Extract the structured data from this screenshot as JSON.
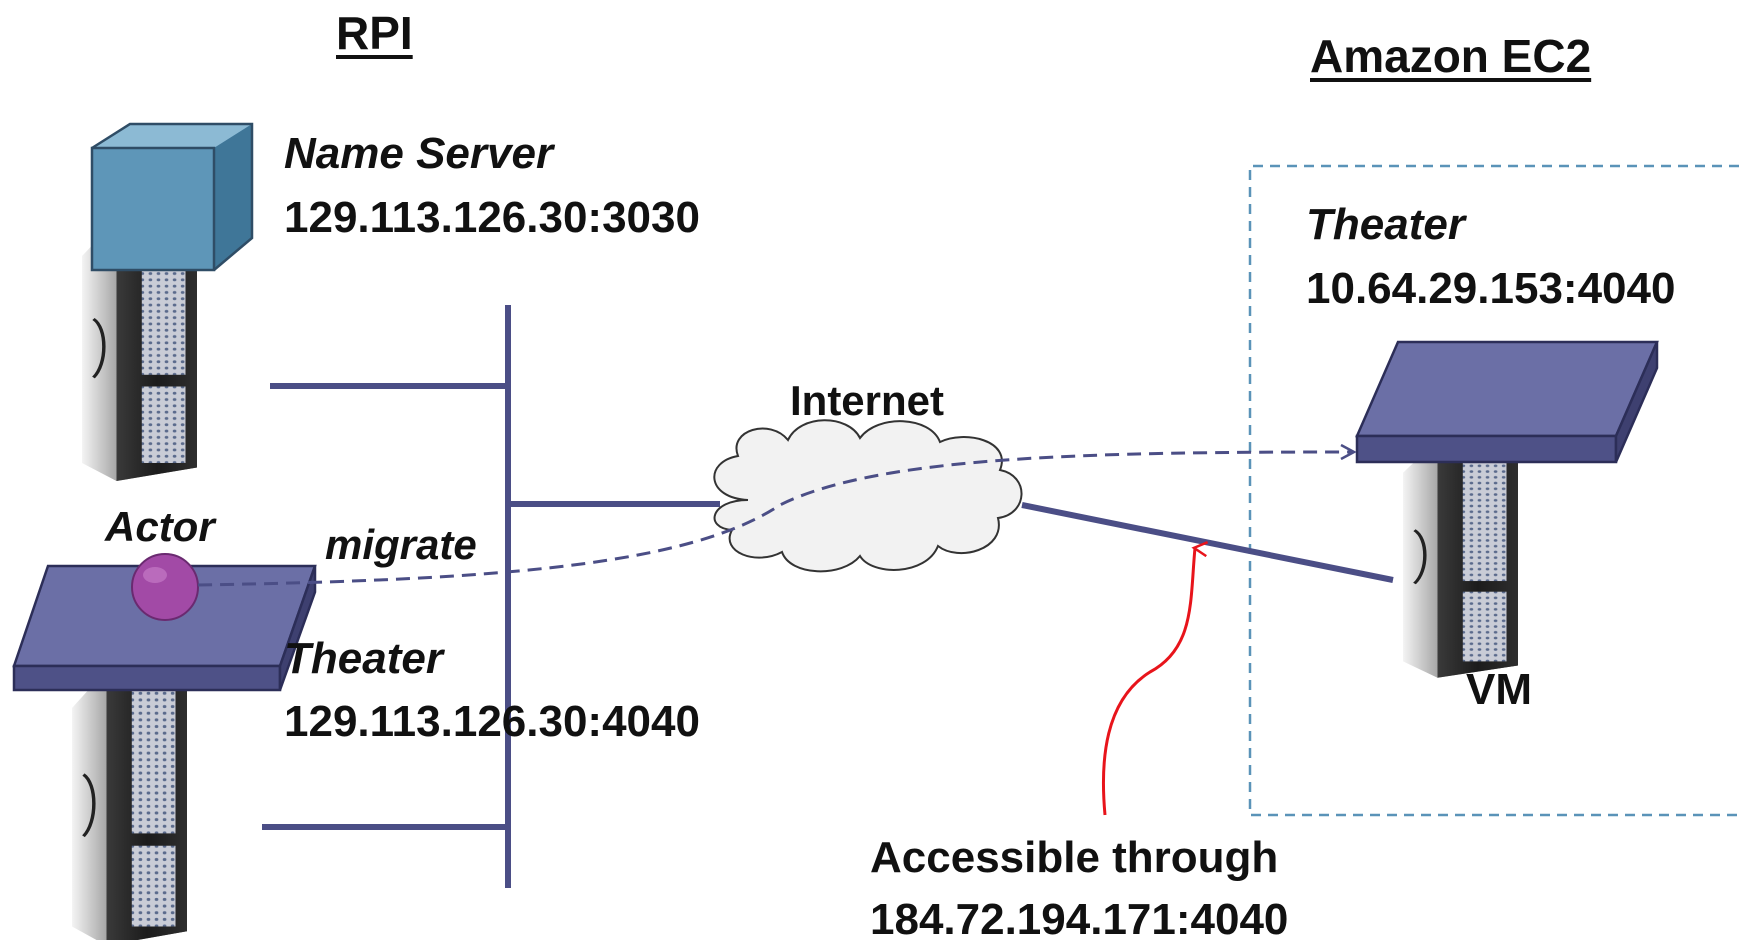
{
  "headers": {
    "left": "RPI",
    "right": "Amazon EC2"
  },
  "name_server": {
    "title": "Name Server",
    "address": "129.113.126.30:3030"
  },
  "rpi_theater": {
    "title": "Theater",
    "address": "129.113.126.30:4040"
  },
  "actor": {
    "label": "Actor"
  },
  "migrate": {
    "label": "migrate"
  },
  "internet": {
    "label": "Internet"
  },
  "ec2_theater": {
    "title": "Theater",
    "address": "10.64.29.153:4040"
  },
  "vm": {
    "label": "VM"
  },
  "access": {
    "line1": "Accessible through",
    "line2": "184.72.194.171:4040"
  },
  "colors": {
    "link": "#4b4e86",
    "box_blue": "#5e96b8",
    "theater_plate": "#6b6fa6",
    "actor": "#a24aa6",
    "accent_red": "#e8141b",
    "ec2_border": "#5a93b8",
    "cloud": "#f2f2f2"
  }
}
